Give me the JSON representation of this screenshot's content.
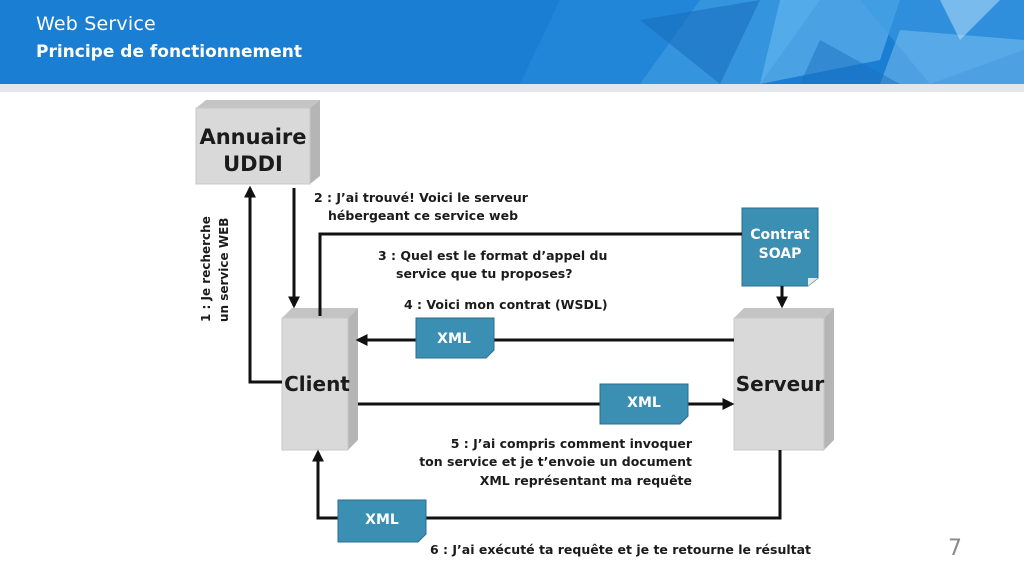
{
  "slide": {
    "title": "Web Service",
    "subtitle": "Principe de fonctionnement",
    "page_number": "7"
  },
  "colors": {
    "header": "#1a7ed3",
    "doc_fill": "#3b8fb3",
    "box_fill": "#d9d9d9"
  },
  "diagram": {
    "directory_line1": "Annuaire",
    "directory_line2": "UDDI",
    "client": "Client",
    "server": "Serveur",
    "contract_line1": "Contrat",
    "contract_line2": "SOAP",
    "xml_label": "XML",
    "step1_line1": "1 : Je recherche",
    "step1_line2": "un service WEB",
    "step2_line1": "2 : J’ai trouvé! Voici le serveur",
    "step2_line2": "hébergeant ce service web",
    "step3_line1": "3 : Quel est le format d’appel du",
    "step3_line2": "service que tu proposes?",
    "step4": "4 : Voici mon contrat (WSDL)",
    "step5_line1": "5 : J’ai compris comment invoquer",
    "step5_line2": "ton service et je t’envoie un document",
    "step5_line3": "XML représentant ma requête",
    "step6": "6 : J’ai exécuté ta requête et je te retourne le résultat"
  }
}
